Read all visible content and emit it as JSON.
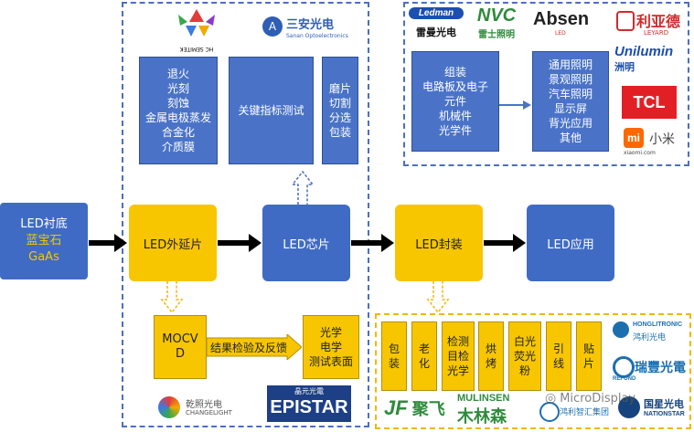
{
  "substrate": {
    "title": "LED衬底",
    "line1": "蓝宝石",
    "line2": "GaAs"
  },
  "nodes": {
    "epitaxy": "LED外延片",
    "chip": "LED芯片",
    "package": "LED封装",
    "application": "LED应用"
  },
  "chip_group": {
    "process_list": "退火\n光刻\n刻蚀\n金属电极蒸发\n合金化\n介质膜",
    "test": "关键指标测试",
    "sort": "磨片\n切割\n分选\n包装",
    "logos": {
      "hc": "HC SEMITEK",
      "sanan_cn": "三安光电",
      "sanan_en": "Sanan Optoelectronics",
      "changelight_cn": "乾照光电",
      "changelight_en": "CHANGELIGHT",
      "epistar_cn": "晶元光電",
      "epistar_en": "EPISTAR"
    }
  },
  "epi_group": {
    "mocvd": "MOCV\nD",
    "check": "结果检验及反馈",
    "test": "光学\n电学\n测试表面"
  },
  "app_group": {
    "assembly": "组装\n电路板及电子\n元件\n机械件\n光学件",
    "uses": "通用照明\n景观照明\n汽车照明\n显示屏\n背光应用\n其他",
    "logos": {
      "leiman_en": "Ledman",
      "leiman_cn": "雷曼光电",
      "nvc_en": "NVC",
      "nvc_cn": "雷士照明",
      "absen": "Absen",
      "absen_sub": "LED",
      "leyard_cn": "利亚德",
      "leyard_en": "LEYARD",
      "unilumin": "Unilumin",
      "unilumin_cn": "洲明",
      "tcl": "TCL",
      "mi": "mi",
      "mi_cn": "小米",
      "mi_sub": "xiaomi.com"
    }
  },
  "package_group": {
    "steps": [
      "包\n装",
      "老\n化",
      "检测\n目检\n光学",
      "烘\n烤",
      "白光\n荧光\n粉",
      "引\n线",
      "贴\n片"
    ],
    "logos": {
      "jf": "JF",
      "jf_cn": "聚飞",
      "mulinsen_en": "MULINSEN",
      "mulinsen_cn": "木林森",
      "hongli_cn": "鸿利智汇集团",
      "hongli_en": "HONGLITRONIC",
      "hongli_cn2": "鸿利光电",
      "refond_cn": "瑞豐光電",
      "refond_en": "REFOND",
      "nation_cn": "国星光电",
      "nation_en": "NATIONSTAR"
    }
  },
  "watermark": "MicroDisplay"
}
